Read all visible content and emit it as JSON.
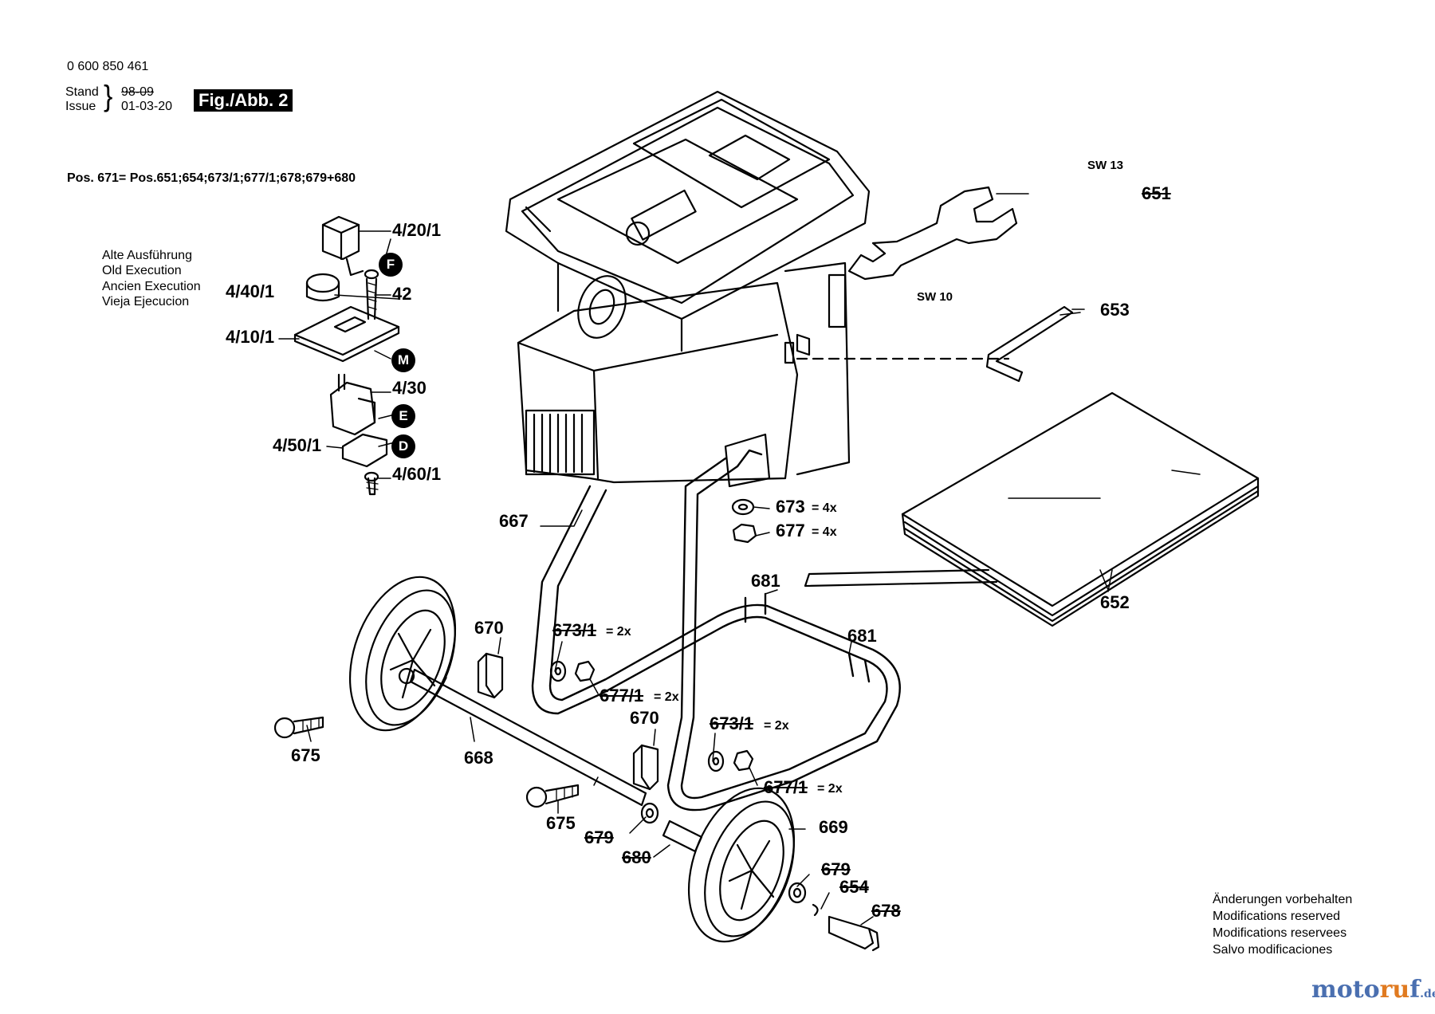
{
  "header": {
    "part_number": "0 600 850 461",
    "stand_label": "Stand",
    "issue_label": "Issue",
    "stand_date": "98-09",
    "issue_date": "01-03-20",
    "figure": "Fig./Abb. 2",
    "pos_note": "Pos. 671= Pos.651;654;673/1;677/1;678;679+680"
  },
  "old_execution": [
    "Alte Ausführung",
    "Old Execution",
    "Ancien Execution",
    "Vieja Ejecucion"
  ],
  "footer_notes": [
    "Änderungen vorbehalten",
    "Modifications reserved",
    "Modifications reservees",
    "Salvo modificaciones"
  ],
  "watermark": {
    "part1": "moto",
    "part2": "ru",
    "part3": "f",
    "part4": ".de"
  },
  "callouts": {
    "c4_20_1": "4/20/1",
    "c4_40_1": "4/40/1",
    "c42": "42",
    "c4_10_1": "4/10/1",
    "c4_30": "4/30",
    "c4_50_1": "4/50/1",
    "c4_60_1": "4/60/1",
    "letter_f": "F",
    "letter_m": "M",
    "letter_e": "E",
    "letter_d": "D",
    "sw13": "SW 13",
    "sw10": "SW 10",
    "c651": "651",
    "c653": "653",
    "c652": "652",
    "c667": "667",
    "c673": "673",
    "c673_qty": "= 4x",
    "c677": "677",
    "c677_qty": "= 4x",
    "c681a": "681",
    "c681b": "681",
    "c670a": "670",
    "c670b": "670",
    "c673_1a": "673/1",
    "c673_1a_qty": "= 2x",
    "c677_1a": "677/1",
    "c677_1a_qty": "= 2x",
    "c673_1b": "673/1",
    "c673_1b_qty": "= 2x",
    "c677_1b": "677/1",
    "c677_1b_qty": "= 2x",
    "c675a": "675",
    "c675b": "675",
    "c668": "668",
    "c669": "669",
    "c679a": "679",
    "c680": "680",
    "c679b": "679",
    "c654": "654",
    "c678": "678"
  }
}
